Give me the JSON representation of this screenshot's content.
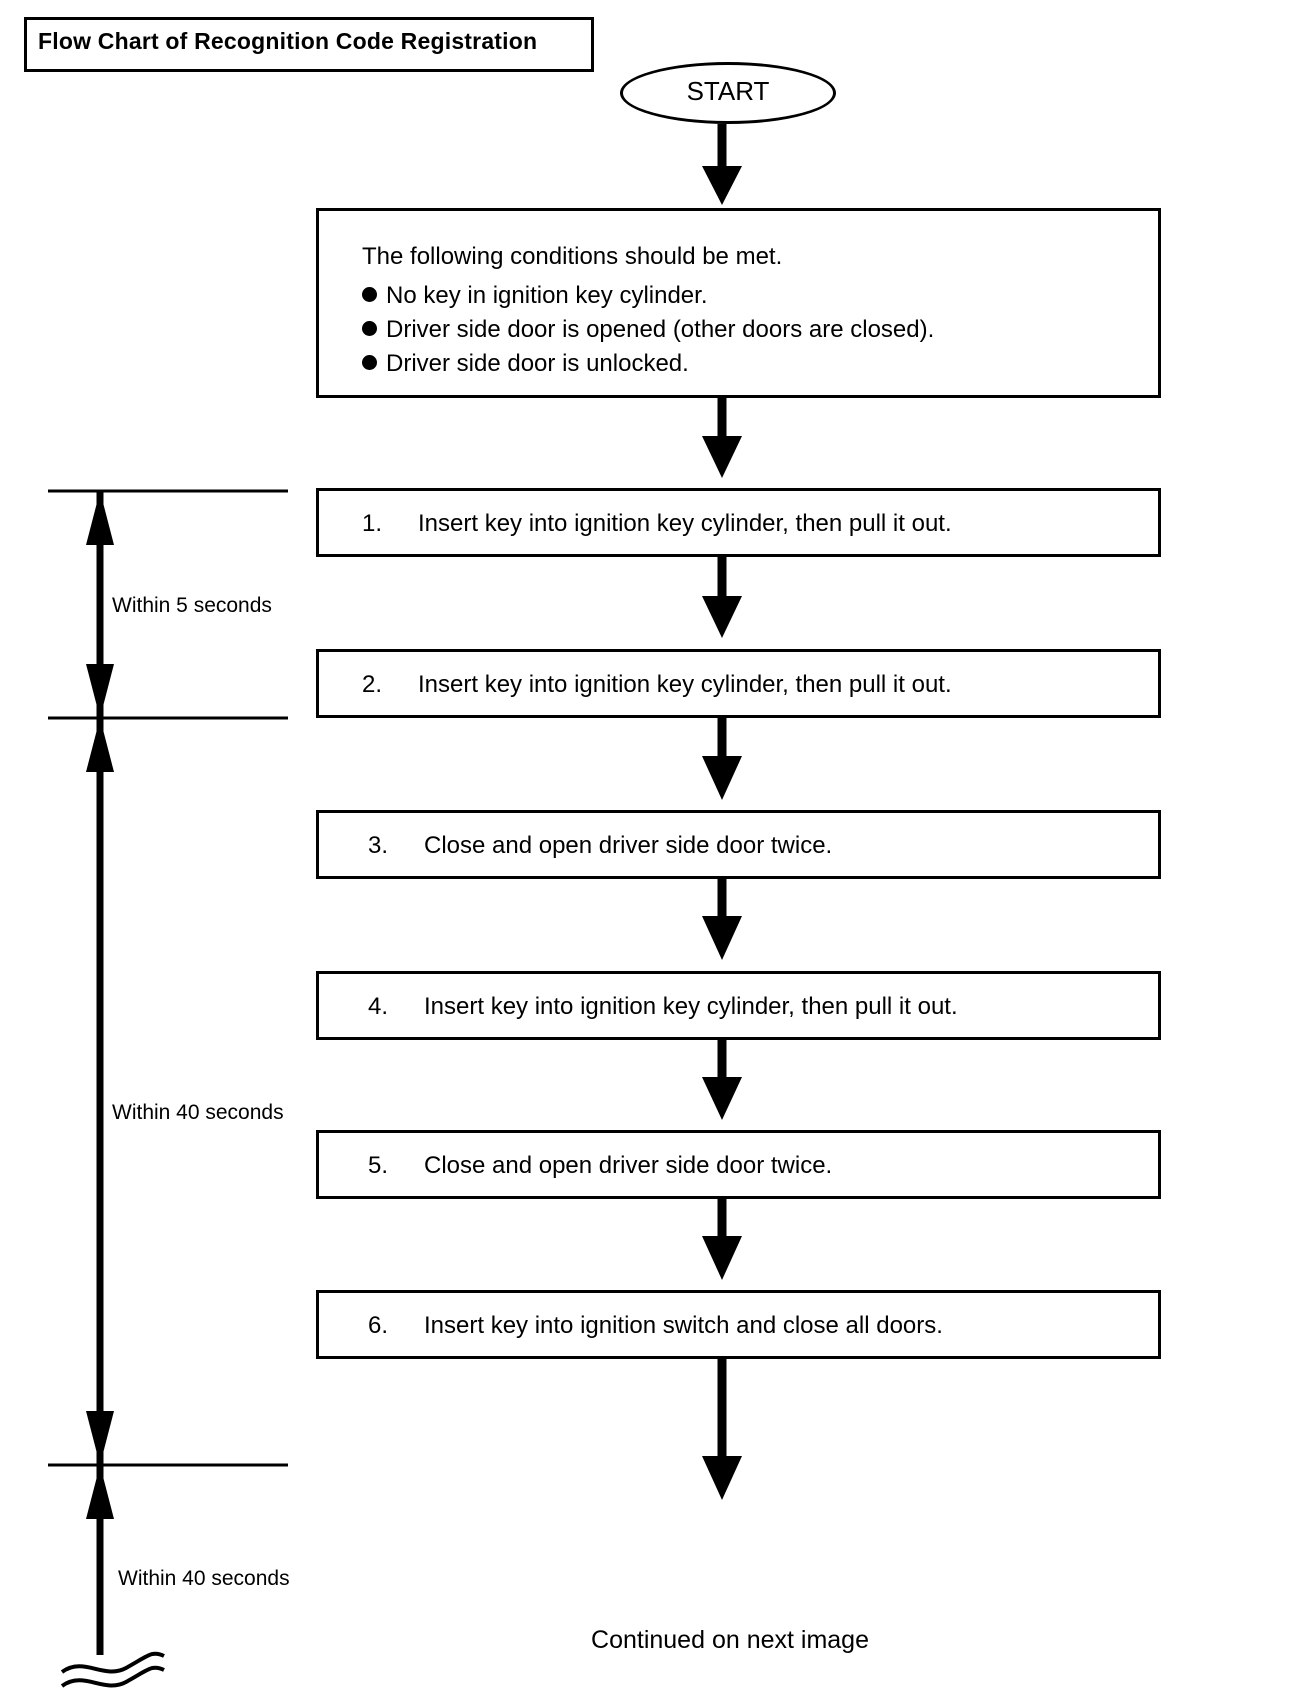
{
  "title": {
    "text": "Flow Chart of Recognition Code Registration"
  },
  "start": {
    "label": "START"
  },
  "conditions": {
    "lead": "The following conditions should be met.",
    "items": [
      "No key in ignition key cylinder.",
      "Driver side door is opened (other doors are closed).",
      "Driver side door is unlocked."
    ]
  },
  "steps": [
    {
      "num": "1.",
      "text": "Insert key into ignition key cylinder, then pull it out."
    },
    {
      "num": "2.",
      "text": "Insert key into ignition key cylinder, then pull it out."
    },
    {
      "num": "3.",
      "text": "Close and open driver side door twice."
    },
    {
      "num": "4.",
      "text": "Insert key into ignition key cylinder, then pull it out."
    },
    {
      "num": "5.",
      "text": "Close and open driver side door twice."
    },
    {
      "num": "6.",
      "text": "Insert key into ignition switch and close all doors."
    }
  ],
  "timings": [
    {
      "label": "Within 5 seconds"
    },
    {
      "label": "Within 40 seconds"
    },
    {
      "label": "Within 40 seconds"
    }
  ],
  "footer": {
    "continued": "Continued on next image"
  },
  "colors": {
    "ink": "#000000",
    "paper": "#ffffff"
  },
  "chart_data": {
    "type": "flowchart",
    "title": "Flow Chart of Recognition Code Registration",
    "orientation": "top-to-bottom",
    "nodes": [
      {
        "id": "start",
        "shape": "ellipse",
        "label": "START"
      },
      {
        "id": "conditions",
        "shape": "rect",
        "label": "The following conditions should be met. ● No key in ignition key cylinder. ● Driver side door is opened (other doors are closed). ● Driver side door is unlocked."
      },
      {
        "id": "step1",
        "shape": "rect",
        "label": "1. Insert key into ignition key cylinder, then pull it out."
      },
      {
        "id": "step2",
        "shape": "rect",
        "label": "2. Insert key into ignition key cylinder, then pull it out."
      },
      {
        "id": "step3",
        "shape": "rect",
        "label": "3. Close and open driver side door twice."
      },
      {
        "id": "step4",
        "shape": "rect",
        "label": "4. Insert key into ignition key cylinder, then pull it out."
      },
      {
        "id": "step5",
        "shape": "rect",
        "label": "5. Close and open driver side door twice."
      },
      {
        "id": "step6",
        "shape": "rect",
        "label": "6. Insert key into ignition switch and close all doors."
      },
      {
        "id": "continued",
        "shape": "text",
        "label": "Continued on next image"
      }
    ],
    "edges": [
      {
        "from": "start",
        "to": "conditions"
      },
      {
        "from": "conditions",
        "to": "step1"
      },
      {
        "from": "step1",
        "to": "step2"
      },
      {
        "from": "step2",
        "to": "step3"
      },
      {
        "from": "step3",
        "to": "step4"
      },
      {
        "from": "step4",
        "to": "step5"
      },
      {
        "from": "step5",
        "to": "step6"
      },
      {
        "from": "step6",
        "to": "continued"
      }
    ],
    "annotations": [
      {
        "label": "Within 5 seconds",
        "spans": [
          "step1",
          "step2"
        ]
      },
      {
        "label": "Within 40 seconds",
        "spans": [
          "step2",
          "step6"
        ]
      },
      {
        "label": "Within 40 seconds",
        "spans": [
          "step6",
          "next-image"
        ]
      }
    ]
  }
}
